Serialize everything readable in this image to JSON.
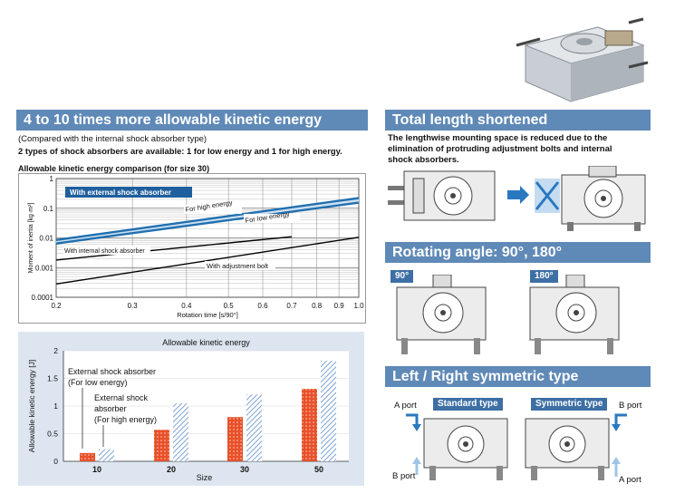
{
  "left": {
    "banner": "4 to 10 times more allowable kinetic energy",
    "note": "(Compared with the internal shock absorber type)",
    "lead": "2 types of shock absorbers are available: 1 for low energy and 1 for high energy.",
    "comparison_title": "Allowable kinetic energy comparison (for size 30)"
  },
  "right": {
    "banner1": "Total length shortened",
    "text1_l1": "The lengthwise mounting space is reduced due to the",
    "text1_l2": "elimination of protruding adjustment bolts and internal",
    "text1_l3": "shock absorbers.",
    "banner2": "Rotating angle: 90°, 180°",
    "tag90": "90°",
    "tag180": "180°",
    "banner3": "Left / Right symmetric type",
    "standard_type": "Standard type",
    "symmetric_type": "Symmetric type",
    "a_port": "A port",
    "b_port": "B port"
  },
  "chart_data": [
    {
      "type": "line",
      "title": "",
      "xlabel": "Rotation time [s/90°]",
      "ylabel": "Moment of inertia [kg·m²]",
      "xscale": "log",
      "yscale": "log",
      "xlim": [
        0.2,
        1.0
      ],
      "ylim": [
        0.0001,
        1
      ],
      "xticks": [
        "0.2",
        "0.3",
        "0.4",
        "0.5",
        "0.6",
        "0.7",
        "0.8",
        "0.9",
        "1.0"
      ],
      "xtick_values": [
        0.2,
        0.3,
        0.4,
        0.5,
        0.6,
        0.7,
        0.8,
        0.9,
        1.0
      ],
      "yticks": [
        "1",
        "0.1",
        "0.01",
        "0.001",
        "0.0001"
      ],
      "ytick_values": [
        1,
        0.1,
        0.01,
        0.001,
        0.0001
      ],
      "grid": true,
      "annotations": {
        "external": "With external shock absorber",
        "high": "For high energy",
        "low": "For low energy",
        "internal": "With internal shock absorber",
        "bolt": "With adjustment bolt"
      },
      "series": [
        {
          "name": "For high energy",
          "color": "#1f6fb0",
          "x": [
            0.2,
            1.0
          ],
          "y": [
            0.0085,
            0.22
          ]
        },
        {
          "name": "For low energy",
          "color": "#1f6fb0",
          "x": [
            0.2,
            1.0
          ],
          "y": [
            0.0065,
            0.155
          ]
        },
        {
          "name": "With internal shock absorber",
          "color": "#000000",
          "x": [
            0.2,
            0.7
          ],
          "y": [
            0.0018,
            0.011
          ]
        },
        {
          "name": "With adjustment bolt",
          "color": "#000000",
          "x": [
            0.2,
            1.0
          ],
          "y": [
            0.00028,
            0.0105
          ]
        }
      ]
    },
    {
      "type": "bar",
      "title": "Allowable kinetic energy",
      "xlabel": "Size",
      "ylabel": "Allowable kinetic energy [J]",
      "ylim": [
        0,
        2
      ],
      "yticks": [
        "0",
        "0.5",
        "1",
        "1.5",
        "2"
      ],
      "ytick_values": [
        0,
        0.5,
        1,
        1.5,
        2
      ],
      "categories": [
        "10",
        "20",
        "30",
        "50"
      ],
      "series": [
        {
          "name": "External shock absorber (For low energy)",
          "color": "#e0502a",
          "values": [
            0.15,
            0.57,
            0.8,
            1.31
          ]
        },
        {
          "name": "External shock absorber (For high energy)",
          "color": "#8fb0d8",
          "values": [
            0.22,
            1.05,
            1.21,
            1.82
          ]
        }
      ],
      "legend_low_l1": "External shock absorber",
      "legend_low_l2": "(For low energy)",
      "legend_high_l1": "External shock",
      "legend_high_l2": "absorber",
      "legend_high_l3": "(For high energy)"
    }
  ]
}
